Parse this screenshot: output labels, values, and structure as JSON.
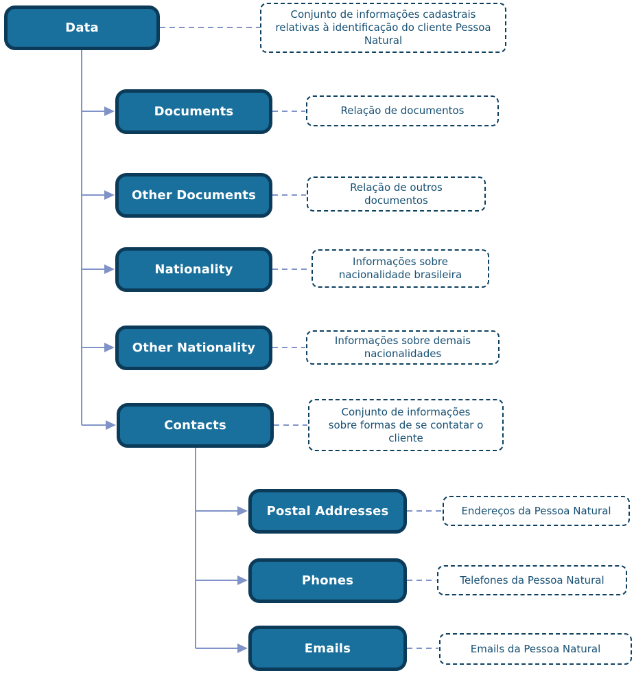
{
  "diagram": {
    "type": "tree",
    "language_of_notes": "pt-BR",
    "colors": {
      "node_fill": "#19709C",
      "node_border": "#0C3B59",
      "node_text": "#FFFFFF",
      "connector": "#8093C8",
      "note_border": "#0C3F60",
      "note_text": "#175073",
      "background": "#FFFFFF"
    },
    "nodes": [
      {
        "label": "Data",
        "parent": null,
        "note": "Conjunto de informações cadastrais relativas à identificação do cliente Pessoa Natural"
      },
      {
        "label": "Documents",
        "parent": "Data",
        "note": "Relação de documentos"
      },
      {
        "label": "Other Documents",
        "parent": "Data",
        "note": "Relação de outros documentos"
      },
      {
        "label": "Nationality",
        "parent": "Data",
        "note": "Informações sobre nacionalidade brasileira"
      },
      {
        "label": "Other Nationality",
        "parent": "Data",
        "note": "Informações sobre demais nacionalidades"
      },
      {
        "label": "Contacts",
        "parent": "Data",
        "note": "Conjunto de informações sobre formas de se contatar o cliente"
      },
      {
        "label": "Postal Addresses",
        "parent": "Contacts",
        "note": "Endereços da Pessoa Natural"
      },
      {
        "label": "Phones",
        "parent": "Contacts",
        "note": "Telefones da Pessoa Natural"
      },
      {
        "label": "Emails",
        "parent": "Contacts",
        "note": "Emails da Pessoa Natural"
      }
    ]
  }
}
